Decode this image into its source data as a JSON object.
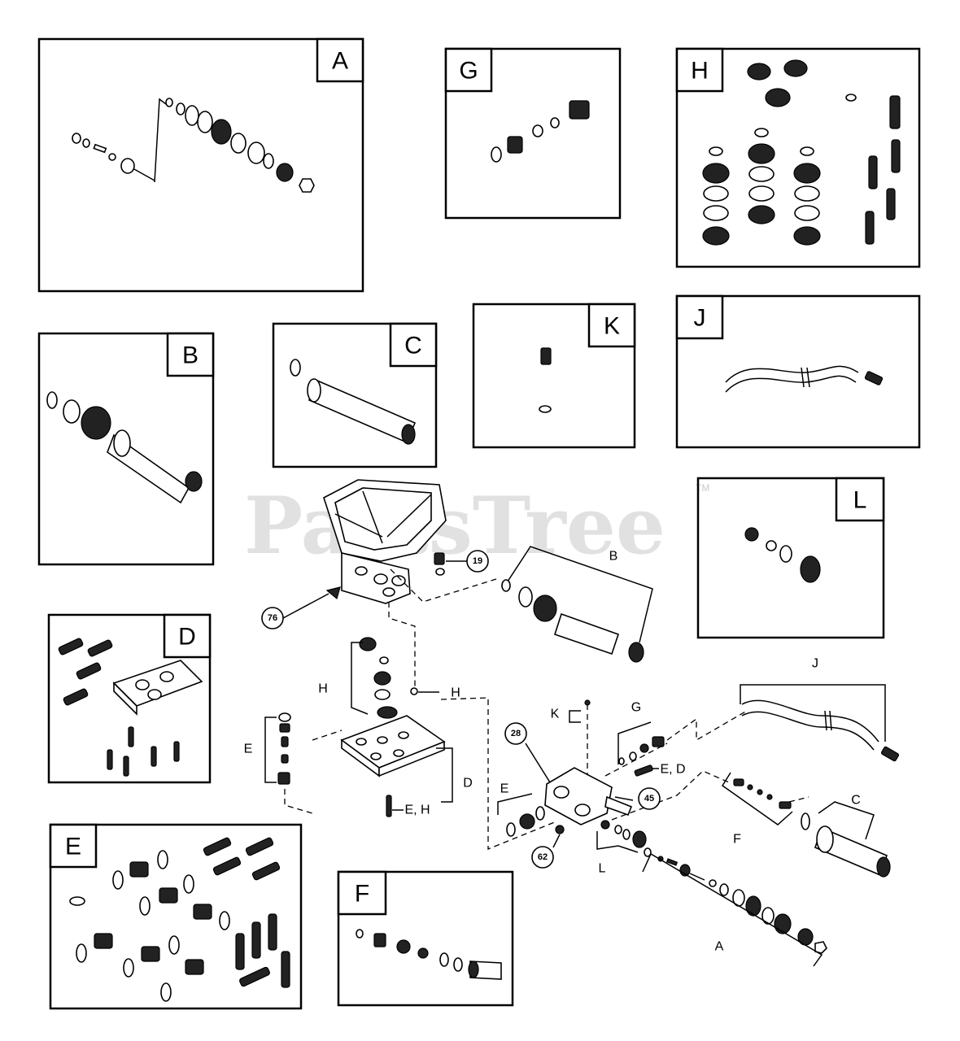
{
  "watermark": {
    "text": "PartsTree",
    "mark": "TM"
  },
  "panels": [
    {
      "id": "A",
      "label": "A"
    },
    {
      "id": "G",
      "label": "G"
    },
    {
      "id": "H",
      "label": "H"
    },
    {
      "id": "B",
      "label": "B"
    },
    {
      "id": "C",
      "label": "C"
    },
    {
      "id": "K",
      "label": "K"
    },
    {
      "id": "J",
      "label": "J"
    },
    {
      "id": "L",
      "label": "L"
    },
    {
      "id": "D",
      "label": "D"
    },
    {
      "id": "E",
      "label": "E"
    },
    {
      "id": "F",
      "label": "F"
    }
  ],
  "callouts": {
    "c19": "19",
    "c76": "76",
    "c28": "28",
    "c45": "45",
    "c62": "62"
  },
  "brackets": {
    "b_B": "B",
    "b_H1": "H",
    "b_H2": "H",
    "b_E1": "E",
    "b_EH": "E, H",
    "b_D": "D",
    "b_K": "K",
    "b_G": "G",
    "b_ED": "E, D",
    "b_J": "J",
    "b_E2": "E",
    "b_F": "F",
    "b_C": "C",
    "b_L": "L",
    "b_A": "A"
  }
}
